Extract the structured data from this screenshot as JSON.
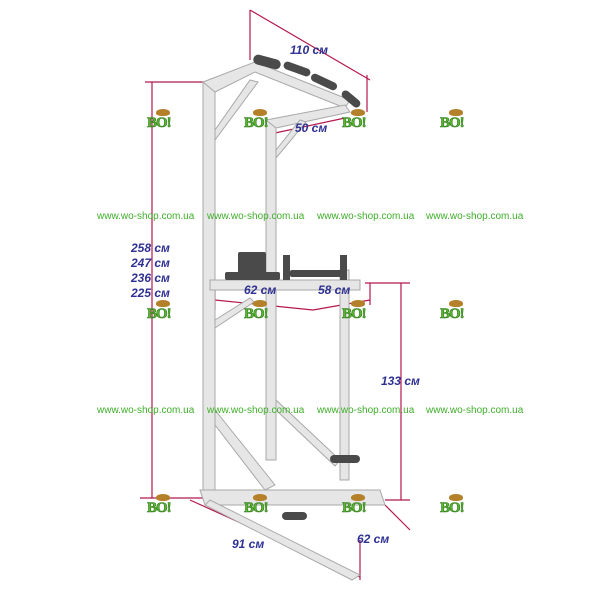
{
  "dimensions": {
    "top_width": "110 см",
    "top_depth": "50 см",
    "heights": [
      "258 см",
      "247 см",
      "236 см",
      "225 см"
    ],
    "dip_width": "62 см",
    "dip_depth": "58 см",
    "dip_height": "133 см",
    "base_length": "91 см",
    "base_width": "62 см"
  },
  "watermark": {
    "url": "www.wo-shop.com.ua",
    "logo_text": "BO!"
  },
  "colors": {
    "dimension_text": "#2e3192",
    "dimension_line": "#b5174f",
    "watermark": "#3fae2a",
    "frame": "#e6e6e6"
  }
}
